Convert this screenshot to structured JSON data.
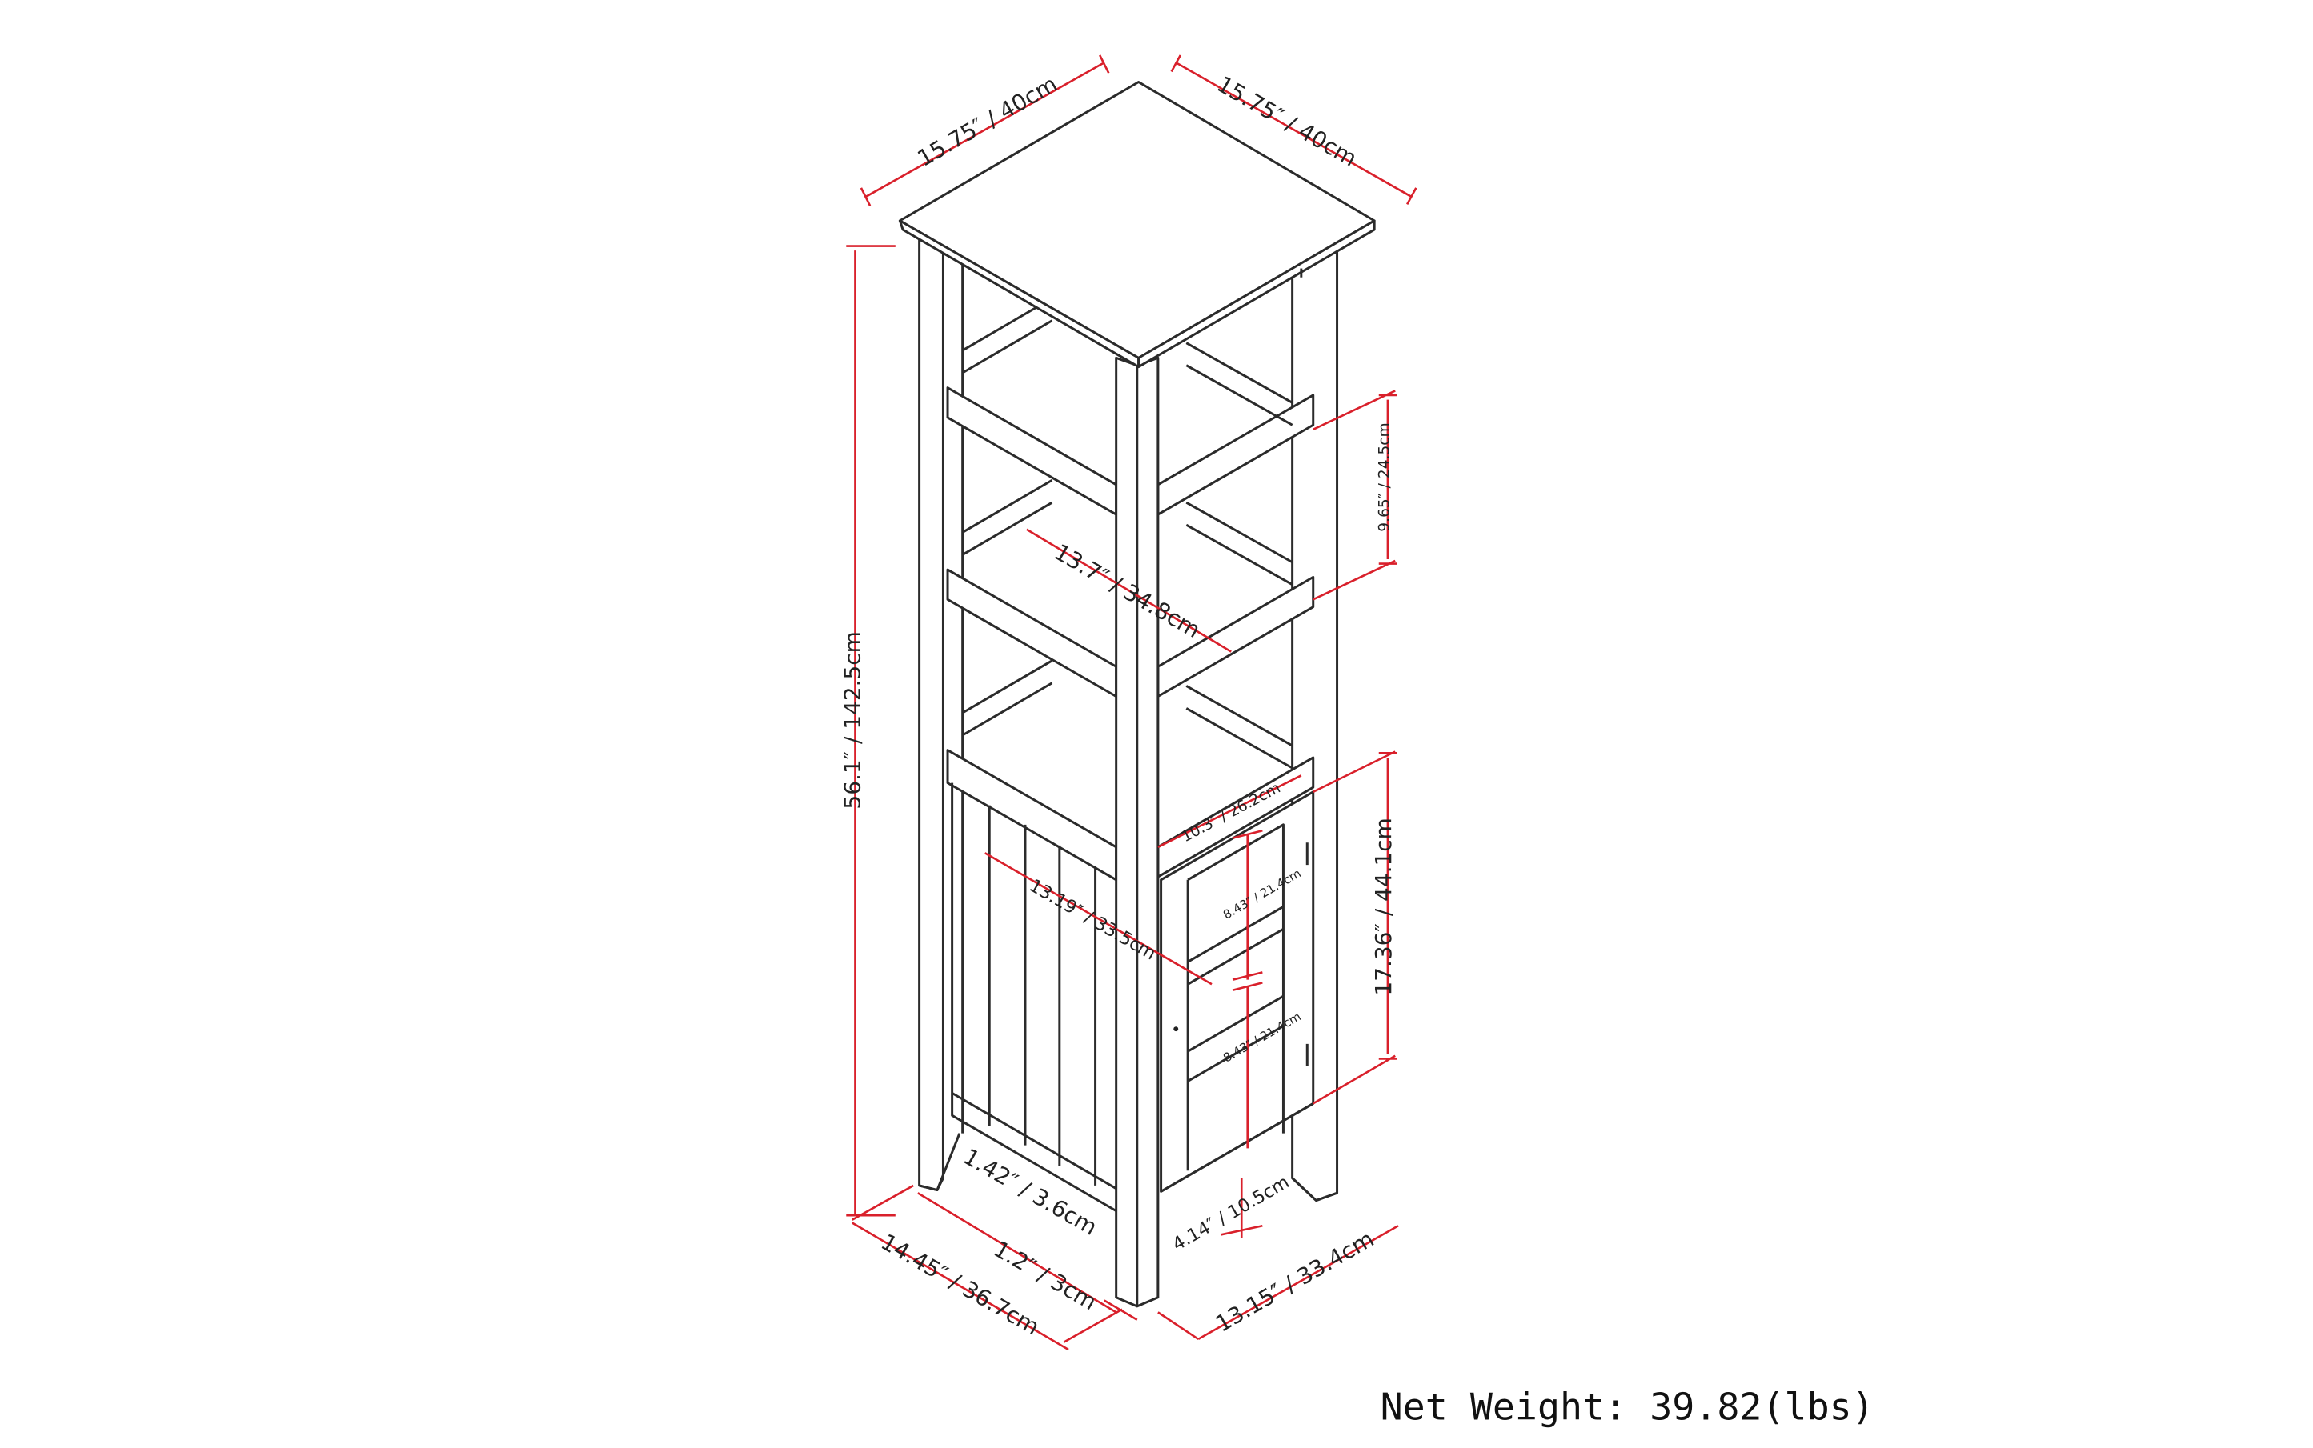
{
  "dimensions": {
    "top_width_left": "15.75″ / 40cm",
    "top_width_right": "15.75″ / 40cm",
    "total_height": "56.1″ / 142.5cm",
    "shelf_spacing": "9.65″ / 24.5cm",
    "shelf_depth": "13.7″ / 34.8cm",
    "cabinet_interior_width": "10.3″ / 26.2cm",
    "cabinet_interior_depth": "13.19″ / 33.5cm",
    "cabinet_upper_height": "8.43″ / 21.4cm",
    "cabinet_lower_height": "8.43″ / 21.4cm",
    "cabinet_height": "17.36″ / 44.1cm",
    "leg_width": "1.42″ / 3.6cm",
    "leg_clearance": "4.14″ / 10.5cm",
    "base_depth": "14.45″ / 36.7cm",
    "leg_thickness": "1.2″ / 3cm",
    "base_width": "13.15″ / 33.4cm"
  },
  "net_weight": "Net Weight: 39.82(lbs)",
  "colors": {
    "dimension_line": "#d9202b",
    "outline": "#2b2b2b"
  }
}
